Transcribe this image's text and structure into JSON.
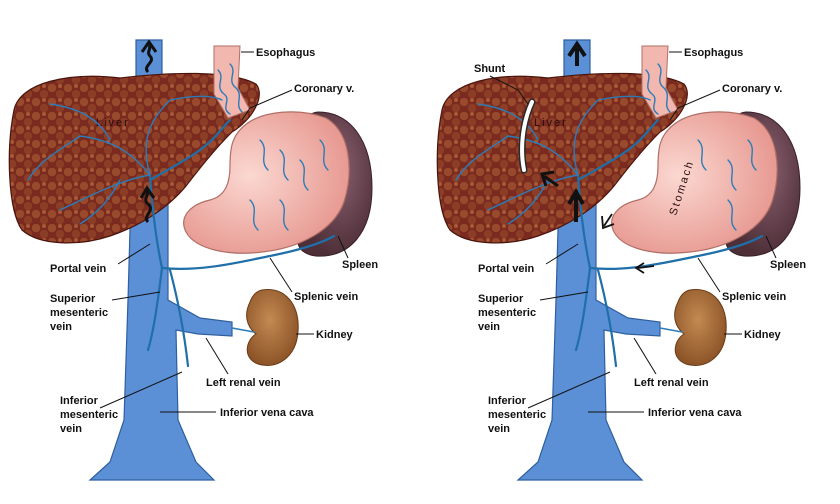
{
  "colors": {
    "vein_fill": "#5b8fd6",
    "vein_stroke": "#2f5f9e",
    "portal_vessel": "#1f6fa8",
    "liver_fill": "#7a2a1e",
    "liver_lobule": "#9a4a2c",
    "stomach_fill": "#f0b5ad",
    "spleen_fill": "#6b4550",
    "kidney_fill": "#a86b3a",
    "esophagus_fill": "#f2b7ae",
    "shunt": "#ffffff"
  },
  "left_panel": {
    "labels": {
      "esophagus": "Esophagus",
      "coronary": "Coronary v.",
      "liver": "Liver",
      "portal_vein": "Portal vein",
      "spleen": "Spleen",
      "splenic_vein": "Splenic vein",
      "superior_mesenteric_1": "Superior",
      "superior_mesenteric_2": "mesenteric",
      "superior_mesenteric_3": "vein",
      "kidney": "Kidney",
      "left_renal_vein": "Left renal vein",
      "inferior_mesenteric_1": "Inferior",
      "inferior_mesenteric_2": "mesenteric",
      "inferior_mesenteric_3": "vein",
      "ivc": "Inferior  vena cava"
    }
  },
  "right_panel": {
    "labels": {
      "shunt": "Shunt",
      "esophagus": "Esophagus",
      "coronary": "Coronary v.",
      "liver": "Liver",
      "stomach": "Stomach",
      "portal_vein": "Portal vein",
      "spleen": "Spleen",
      "splenic_vein": "Splenic vein",
      "superior_mesenteric_1": "Superior",
      "superior_mesenteric_2": "mesenteric",
      "superior_mesenteric_3": "vein",
      "kidney": "Kidney",
      "left_renal_vein": "Left renal vein",
      "inferior_mesenteric_1": "Inferior",
      "inferior_mesenteric_2": "mesenteric",
      "inferior_mesenteric_3": "vein",
      "ivc": "Inferior  vena cava"
    }
  }
}
